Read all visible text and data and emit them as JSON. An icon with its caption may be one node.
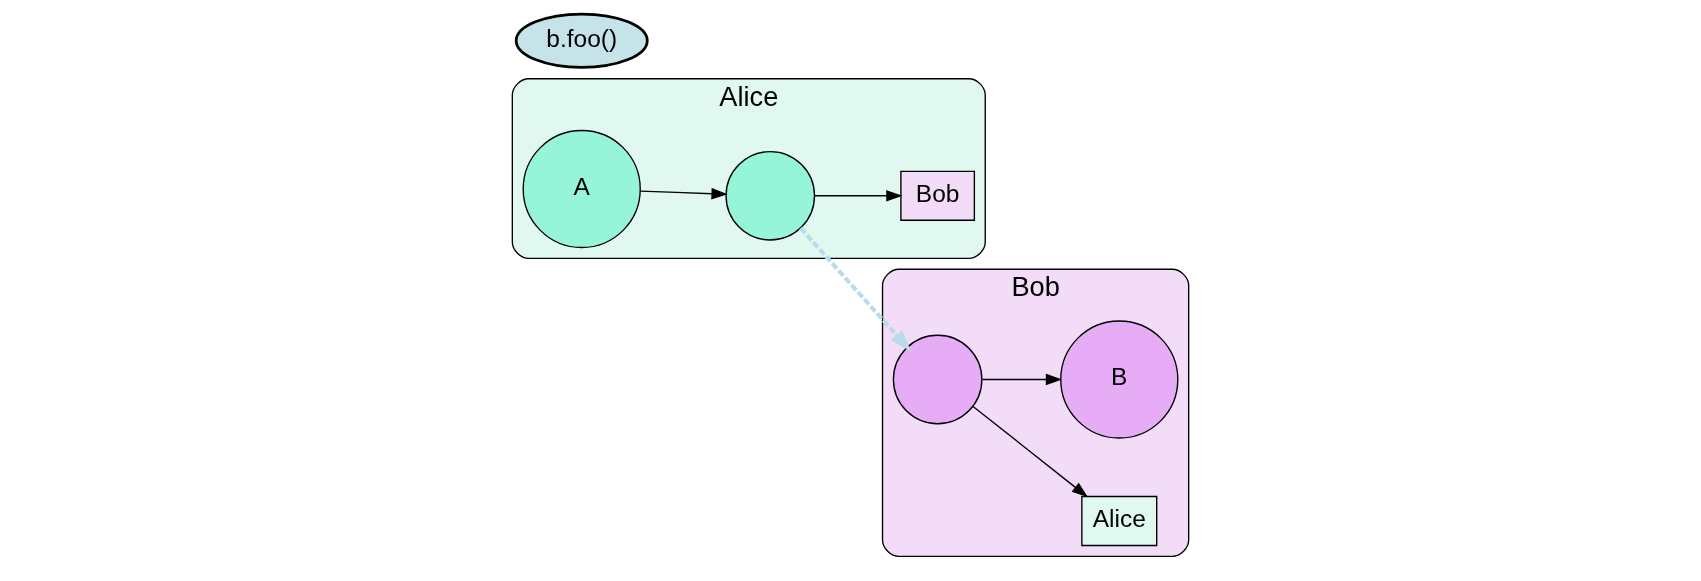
{
  "diagram": {
    "nodes": [
      {
        "text": [
          "Alice"
        ]
      },
      {
        "text": [
          "Bob"
        ]
      },
      {
        "text": [
          "b.foo()"
        ]
      },
      {
        "text": [
          "A"
        ],
        "in": 0
      },
      {
        "text": [],
        "shape": "circle",
        "in": 0
      },
      {
        "text": [
          "Bob"
        ],
        "in": 0
      },
      {
        "text": [],
        "shape": "circle",
        "in": 1
      },
      {
        "text": [
          "Alice"
        ],
        "in": 1
      },
      {
        "text": [
          "B"
        ],
        "in": 1
      }
    ],
    "edges": [
      {
        "from": 3,
        "to": 4,
        "arrow": "to"
      },
      {
        "from": 4,
        "to": 5,
        "arrow": "to"
      },
      {
        "from": 4,
        "to": 6,
        "arrow": "to",
        "style": "dashed",
        "color": "#b8dcea"
      },
      {
        "from": 6,
        "to": 7,
        "arrow": "to"
      },
      {
        "from": 6,
        "to": 8,
        "arrow": "to"
      }
    ]
  }
}
